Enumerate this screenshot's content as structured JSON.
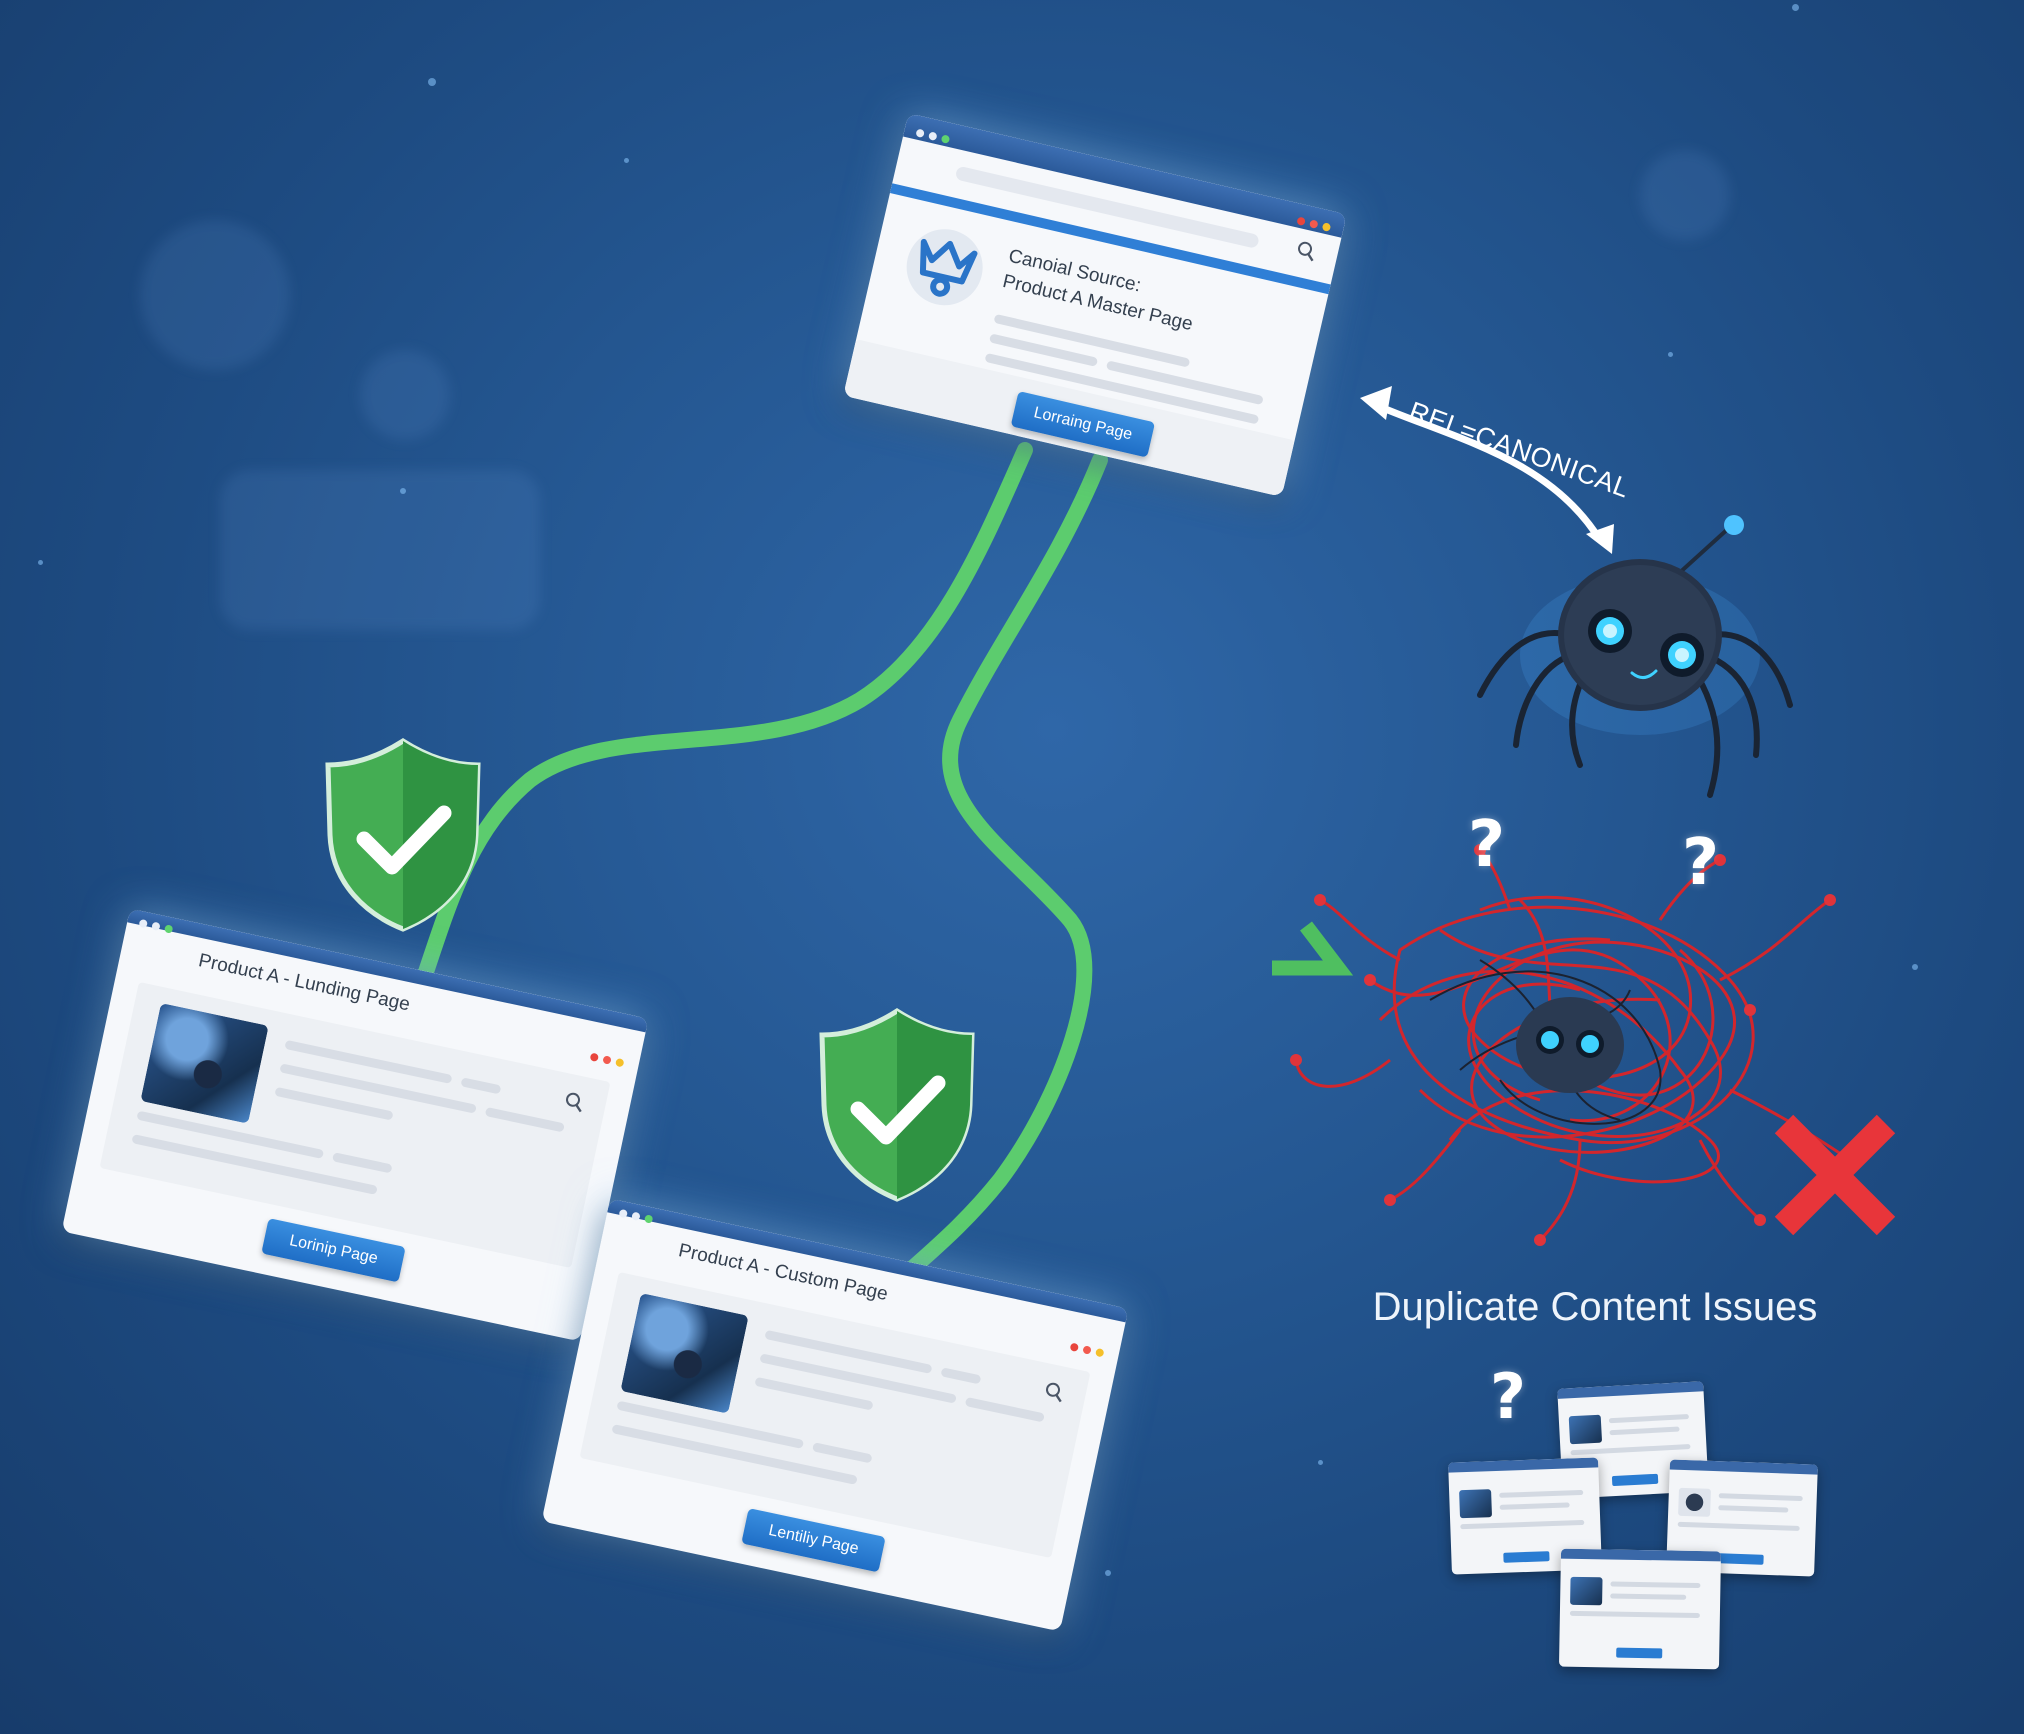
{
  "master_page": {
    "title_line1": "Canoial Source:",
    "title_line2": "Product A Master Page",
    "button_label": "Lorraing Page"
  },
  "landing_page": {
    "title": "Product A - Lunding Page",
    "button_label": "Lorinip Page"
  },
  "custom_page": {
    "title": "Product A - Custom Page",
    "button_label": "Lentiliy Page"
  },
  "canonical_label": "REL=CANONICAL",
  "duplicate_label": "Duplicate Content Issues",
  "question_mark": "?",
  "icons": {
    "master_logo": "crown-gear-icon",
    "validated": "check-shield-icon",
    "crawler": "spider-bot-icon",
    "error": "red-x-icon",
    "search": "search-icon"
  },
  "colors": {
    "background": "#255893",
    "connector": "#58c46a",
    "accent_button": "#2a7ed6",
    "shield": "#3fa94f",
    "tangle": "#d9262c",
    "error": "#e8353a"
  }
}
